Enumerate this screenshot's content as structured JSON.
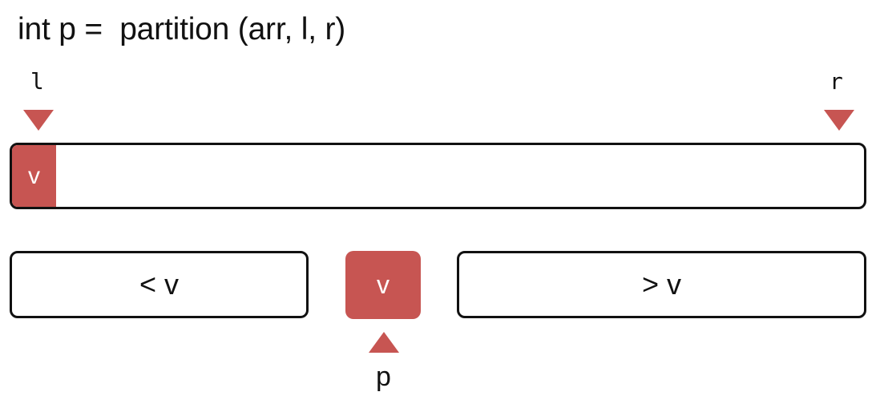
{
  "header": {
    "title": "int p =  partition (arr, l, r)"
  },
  "pointers": {
    "left_label": "l",
    "right_label": "r",
    "pivot_index_label": "p"
  },
  "array": {
    "pivot_value": "v"
  },
  "partitions": {
    "less_label": "< v",
    "pivot_label": "v",
    "greater_label": "> v"
  },
  "colors": {
    "accent": "#c75552",
    "outline": "#111111"
  },
  "icons": {
    "down_marker": "triangle-down-icon",
    "up_marker": "triangle-up-icon"
  }
}
